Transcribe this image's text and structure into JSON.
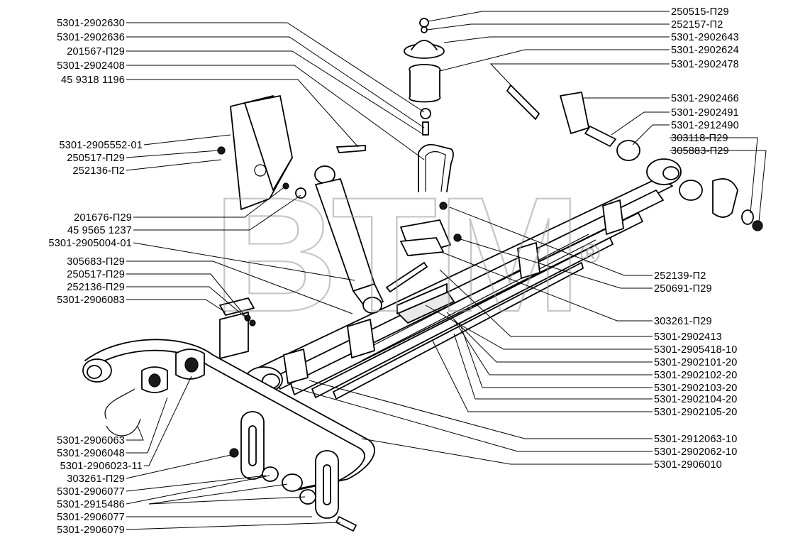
{
  "watermark": {
    "brand": "ВТМ",
    "registered_mark": "®"
  },
  "labels_left": [
    "5301-2902630",
    "5301-2902636",
    "201567-П29",
    "5301-2902408",
    "45 9318 1196",
    "5301-2905552-01",
    "250517-П29",
    "252136-П2",
    "201676-П29",
    "45 9565 1237",
    "5301-2905004-01",
    "305683-П29",
    "250517-П29",
    "252136-П29",
    "5301-2906083",
    "5301-2906063",
    "5301-2906048",
    "5301-2906023-11",
    "303261-П29",
    "5301-2906077",
    "5301-2915486",
    "5301-2906077",
    "5301-2906079"
  ],
  "labels_right": [
    "250515-П29",
    "252157-П2",
    "5301-2902643",
    "5301-2902624",
    "5301-2902478",
    "5301-2902466",
    "5301-2902491",
    "5301-2912490",
    "303118-П29",
    "305883-П29",
    "252139-П2",
    "250691-П29",
    "303261-П29",
    "5301-2902413",
    "5301-2905418-10",
    "5301-2902101-20",
    "5301-2902102-20",
    "5301-2902103-20",
    "5301-2902104-20",
    "5301-2902105-20",
    "5301-2912063-10",
    "5301-2902062-10",
    "5301-2906010"
  ]
}
